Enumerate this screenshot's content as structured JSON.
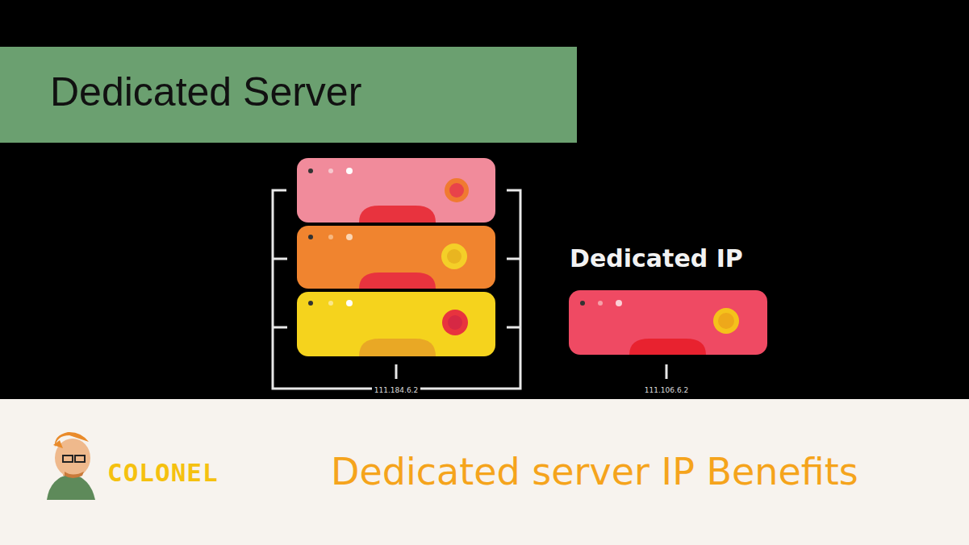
{
  "diagram": {
    "nodes": [
      {
        "text": [
          "Dedicated Server"
        ]
      },
      {
        "text": [
          "Dedicated IP"
        ]
      },
      {
        "text": [
          "COLONEL",
          "Dedicated server IP Benefits"
        ]
      }
    ],
    "labels": [
      "111.184.6.2",
      "111.106.6.2"
    ]
  }
}
